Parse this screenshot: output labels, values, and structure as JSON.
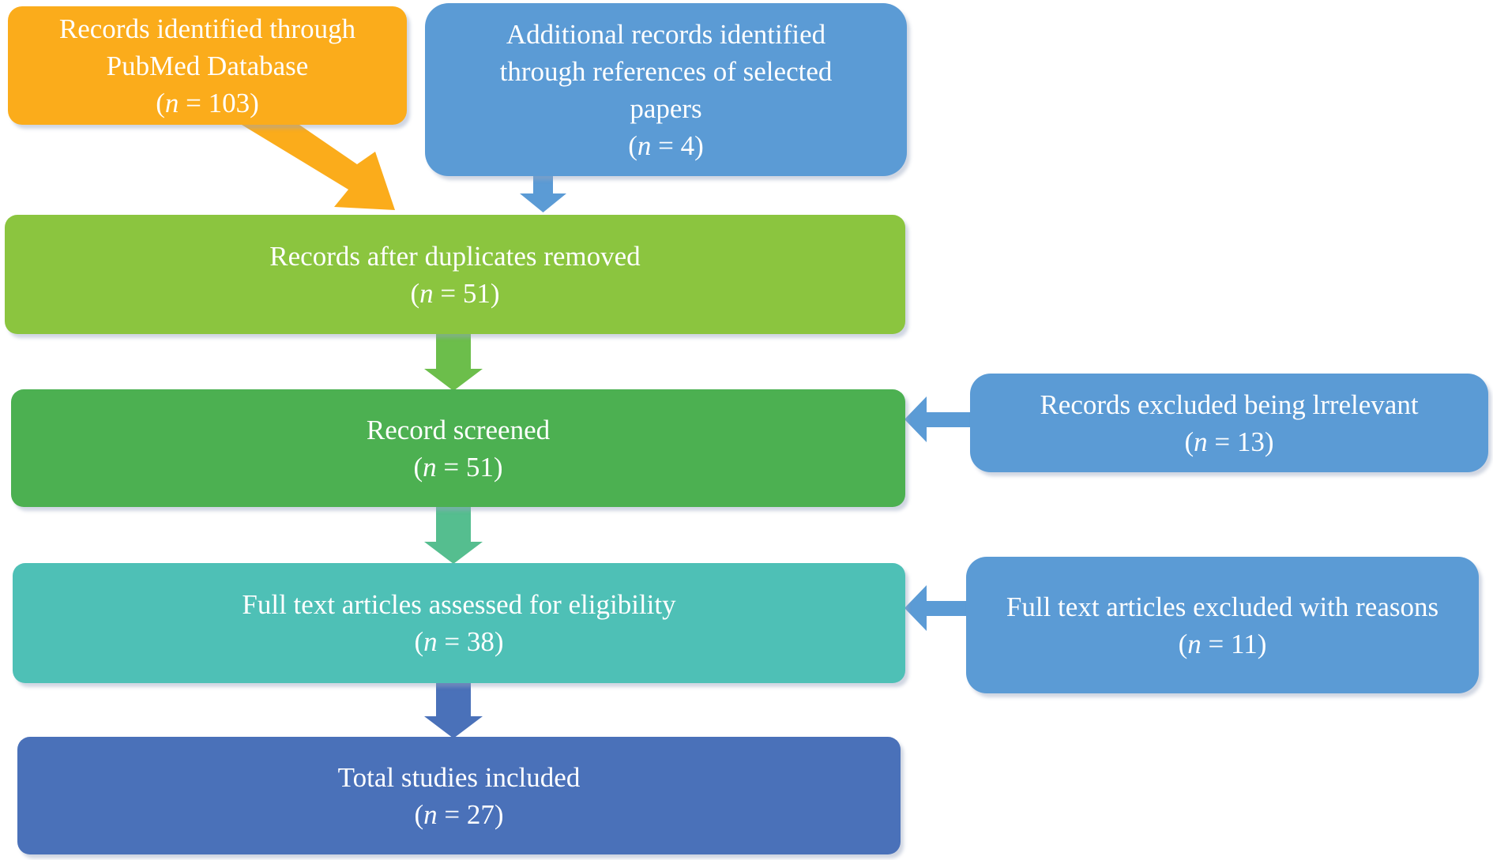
{
  "figure": {
    "kind": "prisma-literature-flow-diagram"
  },
  "colors": {
    "orange": "#FBAC1B",
    "blue": "#5B9BD5",
    "yellow_green": "#8BC53F",
    "green": "#4CB051",
    "mid_green": "#6CBE4B",
    "emerald": "#55BE8F",
    "teal": "#4EC0B6",
    "royal_blue": "#4A71B9"
  },
  "nodes": {
    "records_identified": {
      "title": "Records identified through PubMed Database",
      "count": "(n = 103)"
    },
    "additional_records": {
      "title": "Additional records identified through references of selected papers",
      "count": "(n = 4)"
    },
    "duplicates_removed": {
      "title": "Records after duplicates removed",
      "count": "(n = 51)"
    },
    "records_screened": {
      "title": "Record screened",
      "count": "(n = 51)"
    },
    "records_excluded": {
      "title": "Records excluded being lrrelevant",
      "count": "(n = 13)"
    },
    "full_text_assessed": {
      "title": "Full text articles assessed for eligibility",
      "count": "(n = 38)"
    },
    "full_text_excluded": {
      "title": "Full text articles excluded with reasons",
      "count": "(n = 11)"
    },
    "studies_included": {
      "title": "Total studies included",
      "count": "(n = 27)"
    }
  }
}
